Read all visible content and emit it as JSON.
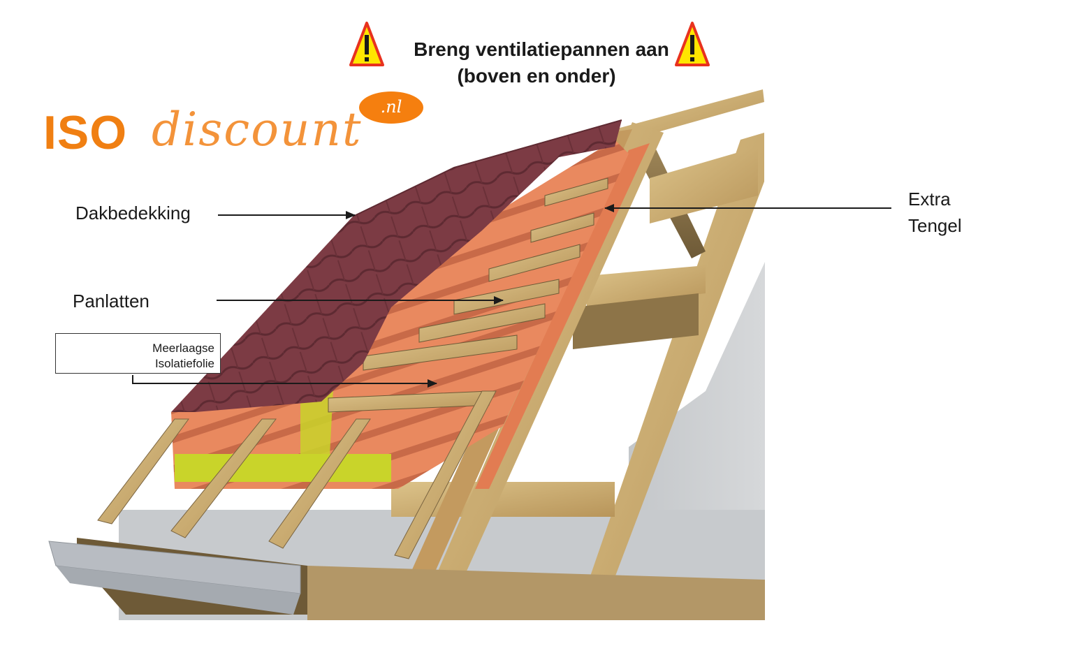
{
  "header": {
    "warning_line1": "Breng ventilatiepannen aan",
    "warning_line2": "(boven en onder)",
    "icons": [
      "warning-triangle-icon",
      "warning-triangle-icon"
    ],
    "warning_colors": {
      "fill": "#ffe600",
      "border": "#e8321e",
      "mark": "#1a1a1a"
    }
  },
  "logo": {
    "primary": "ISO",
    "secondary": "discount",
    "badge": ".nl",
    "color": "#f07f12"
  },
  "labels": {
    "roof_covering": "Dakbedekking",
    "battens": "Panlatten",
    "insulation_line1": "Meerlaagse",
    "insulation_line2": "Isolatiefolie",
    "counter_batten_line1": "Extra",
    "counter_batten_line2": "Tengel"
  },
  "colors": {
    "tiles": "#7c3b44",
    "insulation": "#e88a62",
    "foil_edge": "#c9d42a",
    "wood": "#c9a867",
    "wood_dark": "#8a7246",
    "wall": "#c9cccf",
    "gutter": "#b8bcc2"
  }
}
